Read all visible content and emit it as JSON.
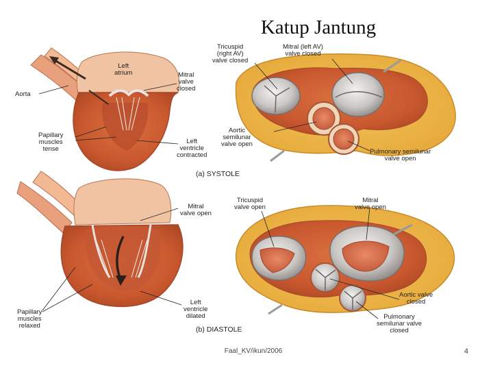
{
  "title": "Katup Jantung",
  "footer": "Faal_KV/ikun/2006",
  "page_number": "4",
  "systole": {
    "caption": "(a)  SYSTOLE",
    "labels": {
      "left_atrium": "Left\natrium",
      "aorta": "Aorta",
      "mitral_closed": "Mitral\nvalve\nclosed",
      "papillary_tense": "Papillary\nmuscles\ntense",
      "lv_contracted": "Left\nventricle\ncontracted",
      "tricuspid_closed": "Tricuspid\n(right AV)\nvalve closed",
      "mitral_left_av_closed": "Mitral (left AV)\nvalve closed",
      "aortic_open": "Aortic\nsemilunar\nvalve open",
      "pulmonary_open": "Pulmonary semilunar\nvalve open"
    }
  },
  "diastole": {
    "caption": "(b)  DIASTOLE",
    "labels": {
      "mitral_open": "Mitral\nvalve open",
      "papillary_relaxed": "Papillary\nmuscles\nrelaxed",
      "lv_dilated": "Left\nventricle\ndilated",
      "tricuspid_open": "Tricuspid\nvalve open",
      "mitral_open_top": "Mitral\nvalve open",
      "aortic_closed": "Aortic valve\nclosed",
      "pulmonary_closed": "Pulmonary\nsemilunar valve\nclosed"
    }
  }
}
